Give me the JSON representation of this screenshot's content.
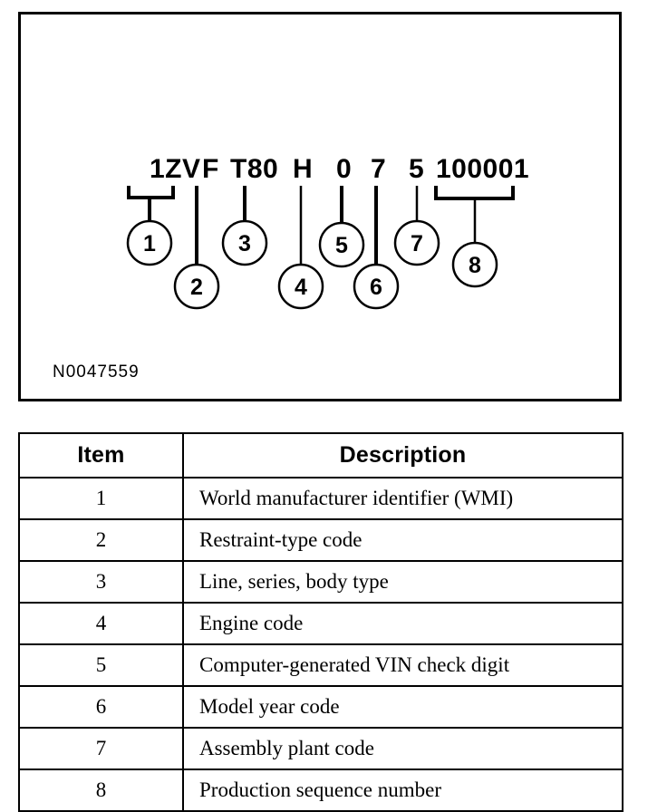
{
  "figure": {
    "id_label": "N0047559",
    "vin_segments": [
      {
        "text": "1ZV",
        "callout": "1"
      },
      {
        "text": "F",
        "callout": "2"
      },
      {
        "text": "T80",
        "callout": "3"
      },
      {
        "text": "H",
        "callout": "4"
      },
      {
        "text": "0",
        "callout": "5"
      },
      {
        "text": "7",
        "callout": "6"
      },
      {
        "text": "5",
        "callout": "7"
      },
      {
        "text": "100001",
        "callout": "8"
      }
    ],
    "callouts": [
      "1",
      "2",
      "3",
      "4",
      "5",
      "6",
      "7",
      "8"
    ]
  },
  "table": {
    "headers": [
      "Item",
      "Description"
    ],
    "rows": [
      {
        "item": "1",
        "description": "World manufacturer identifier (WMI)"
      },
      {
        "item": "2",
        "description": "Restraint-type code"
      },
      {
        "item": "3",
        "description": "Line, series, body type"
      },
      {
        "item": "4",
        "description": "Engine code"
      },
      {
        "item": "5",
        "description": "Computer-generated VIN check digit"
      },
      {
        "item": "6",
        "description": "Model year code"
      },
      {
        "item": "7",
        "description": "Assembly plant code"
      },
      {
        "item": "8",
        "description": "Production sequence number"
      }
    ]
  },
  "colors": {
    "ink": "#000000",
    "paper": "#ffffff"
  }
}
